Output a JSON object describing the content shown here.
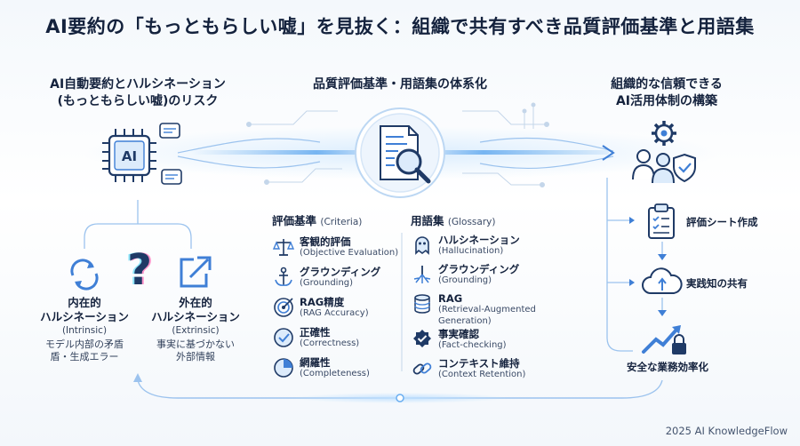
{
  "title": "AI要約の「もっともらしい嘘」を見抜く：組織で共有すべき品質評価基準と用語集",
  "left": {
    "heading_line1": "AI自動要約とハルシネーション",
    "heading_line2": "(もっともらしい嘘)のリスク",
    "chip_label": "AI",
    "intrinsic": {
      "line1": "内在的",
      "line2": "ハルシネーション",
      "en": "(Intrinsic)",
      "desc1": "モデル内部の矛盾",
      "desc2": "盾・生成エラー"
    },
    "extrinsic": {
      "line1": "外在的",
      "line2": "ハルシネーション",
      "en": "(Extrinsic)",
      "desc1": "事実に基づかない",
      "desc2": "外部情報"
    }
  },
  "center": {
    "heading": "品質評価基準・用語集の体系化",
    "criteria": {
      "title_jp": "評価基準",
      "title_en": "(Criteria)",
      "items": [
        {
          "jp": "客観的評価",
          "en": "(Objective Evaluation)",
          "icon": "scale-icon"
        },
        {
          "jp": "グラウンディング",
          "en": "(Grounding)",
          "icon": "anchor-icon"
        },
        {
          "jp": "RAG精度",
          "en": "(RAG Accuracy)",
          "icon": "target-icon"
        },
        {
          "jp": "正確性",
          "en": "(Correctness)",
          "icon": "check-circle-icon"
        },
        {
          "jp": "網羅性",
          "en": "(Completeness)",
          "icon": "pie-chart-icon"
        }
      ]
    },
    "glossary": {
      "title_jp": "用語集",
      "title_en": "(Glossary)",
      "items": [
        {
          "jp": "ハルシネーション",
          "en1": "(Hallucination)",
          "en2": "",
          "icon": "ghost-icon"
        },
        {
          "jp": "グラウンディング",
          "en1": "(Grounding)",
          "en2": "",
          "icon": "roots-icon"
        },
        {
          "jp": "RAG",
          "en1": "(Retrieval-Augmented",
          "en2": "Generation)",
          "icon": "database-icon"
        },
        {
          "jp": "事実確認",
          "en1": "(Fact-checking)",
          "en2": "",
          "icon": "verified-badge-icon"
        },
        {
          "jp": "コンテキスト維持",
          "en1": "(Context Retention)",
          "en2": "",
          "icon": "link-icon"
        }
      ]
    }
  },
  "right": {
    "heading_line1": "組織的な信頼できる",
    "heading_line2": "AI活用体制の構築",
    "steps": [
      {
        "label": "評価シート作成",
        "icon": "clipboard-icon"
      },
      {
        "label": "実践知の共有",
        "icon": "cloud-sync-icon"
      },
      {
        "label": "安全な業務効率化",
        "icon": "growth-lock-icon"
      }
    ]
  },
  "footer": "2025 AI KnowledgeFlow",
  "colors": {
    "accent": "#3f7fd6",
    "dark": "#1f3a66",
    "light": "#9cc3ee",
    "text": "#14223d"
  }
}
